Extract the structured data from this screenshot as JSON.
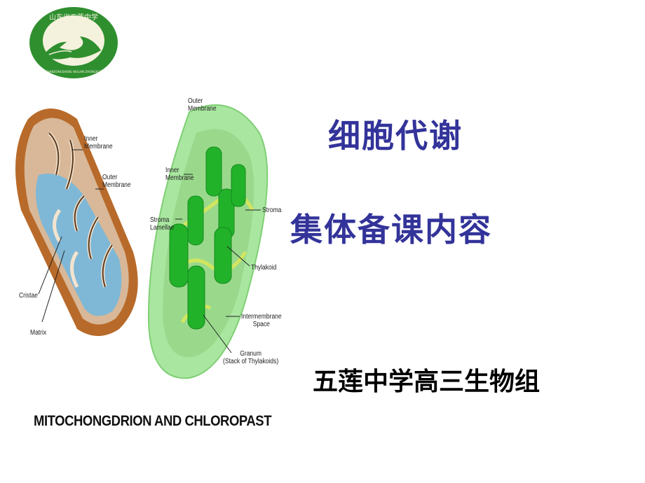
{
  "slide": {
    "title_line1": "细胞代谢",
    "title_line2": "集体备课内容",
    "subtitle": "五莲中学高三生物组",
    "colors": {
      "title": "#33339a",
      "subtitle": "#000000",
      "background": "#ffffff"
    }
  },
  "logo": {
    "text": "山东省五莲中学",
    "ring_text": "SHANDONGSHENG WULIAN ZHONGXUE",
    "colors": {
      "ring": "#2e8b2e",
      "inner": "#f4f1dc"
    }
  },
  "figure": {
    "caption": "MITOCHONGDRION AND CHLOROPAST",
    "mitochondrion_labels": {
      "inner_membrane": "Inner\nMembrane",
      "outer_membrane": "Outer\nMembrane",
      "cristae": "Cristae",
      "matrix": "Matrix"
    },
    "chloroplast_labels": {
      "outer_membrane": "Outer\nMembrane",
      "inner_membrane": "Inner\nMembrane",
      "stroma_lamellae": "Stroma\nLamellae",
      "stroma": "Stroma",
      "thylakoid": "Thylakoid",
      "intermembrane_space": "Intermembrane\nSpace",
      "granum": "Granum\n(Stack of Thylakoids)"
    }
  }
}
